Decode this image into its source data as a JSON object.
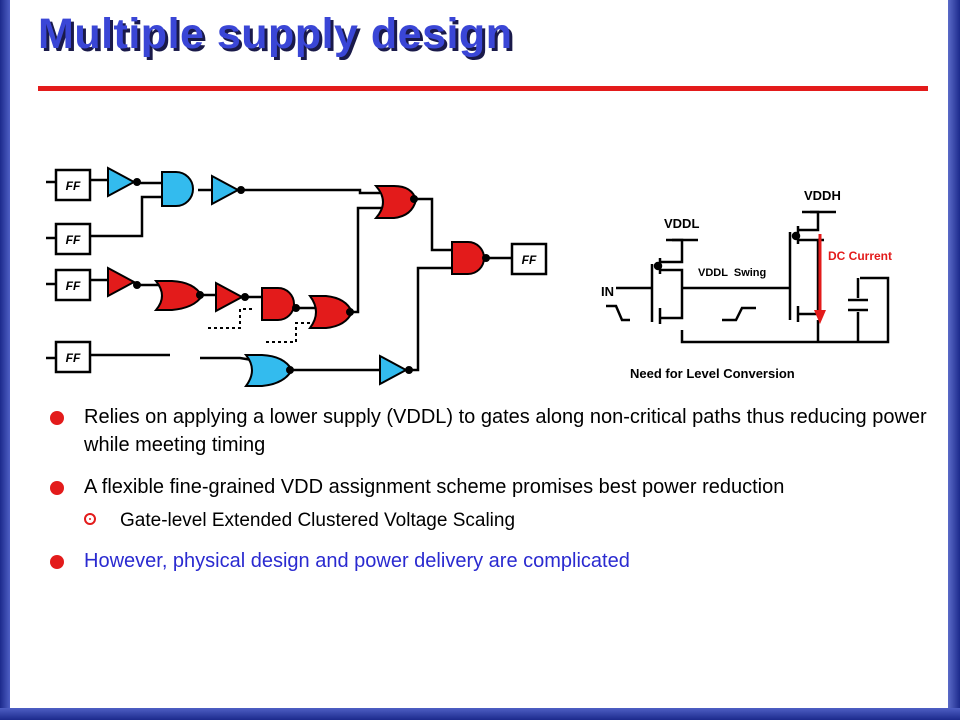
{
  "slide": {
    "title": "Multiple supply design"
  },
  "logic_diagram": {
    "ff_label": "FF",
    "colors": {
      "high_supply": "#33bbee",
      "low_supply": "#e31b1b",
      "wire": "#000000"
    }
  },
  "level_converter": {
    "vddh_label": "VDDH",
    "vddl_label": "VDDL",
    "in_label": "IN",
    "swing_label": "VDDL  Swing",
    "dc_current_label": "DC Current",
    "caption": "Need for Level Conversion",
    "colors": {
      "dc_current": "#e31b1b"
    }
  },
  "bullets": [
    {
      "text": "Relies on applying a lower supply (VDDL) to gates along non-critical paths thus reducing power while meeting timing"
    },
    {
      "text": "A flexible fine-grained VDD assignment scheme promises best power reduction",
      "sub": [
        "Gate-level Extended Clustered Voltage Scaling"
      ]
    },
    {
      "text": "However, physical design and power delivery are complicated"
    }
  ]
}
